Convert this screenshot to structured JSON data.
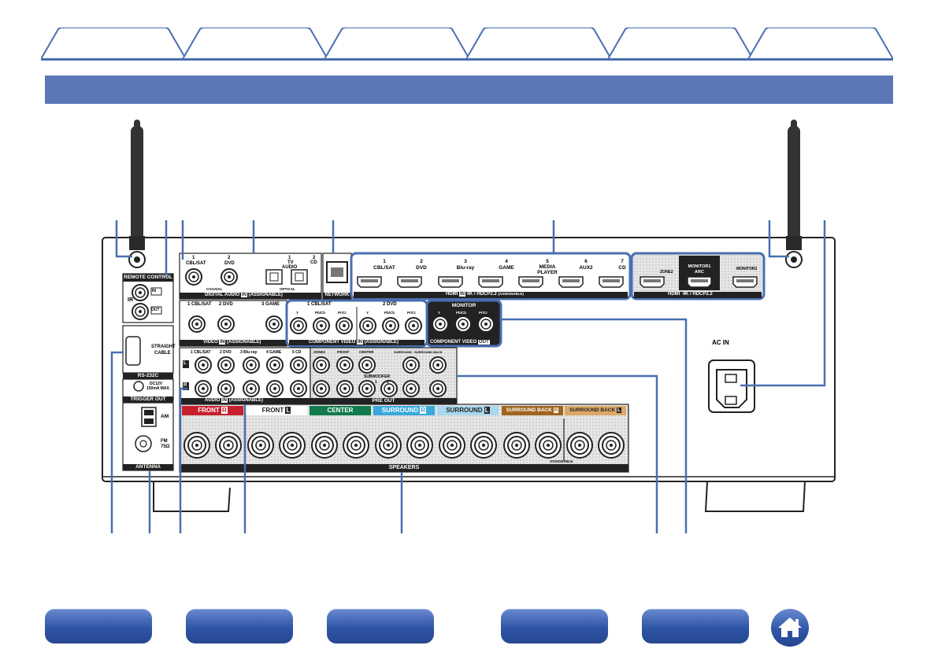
{
  "panel": {
    "remote_control": "REMOTE CONTROL",
    "ir": "IR",
    "ir_in": "IN",
    "ir_out": "OUT",
    "rs232c": "RS-232C",
    "straight_cable_1": "STRAIGHT",
    "straight_cable_2": "CABLE",
    "dc12v_1": "DC12V",
    "dc12v_2": "150mA MAX.",
    "trigger_out": "TRIGGER OUT",
    "am": "AM",
    "fm_1": "FM",
    "fm_2": "75Ω",
    "antenna": "ANTENNA",
    "digital_audio": {
      "title": "DIGITAL AUDIO",
      "in": "IN",
      "assignable": "(ASSIGNABLE)",
      "jack1_num": "1",
      "jack1_name": "CBL/SAT",
      "jack2_num": "2",
      "jack2_name": "DVD",
      "jack3_num": "1",
      "jack3_name_1": "TV",
      "jack3_name_2": "AUDIO",
      "jack4_num": "2",
      "jack4_name": "CD",
      "coaxial": "COAXIAL",
      "optical": "OPTICAL"
    },
    "network": "NETWORK",
    "hdmi_in": {
      "title": "HDMI",
      "in": "IN",
      "spec": "4K / HDCP2.2",
      "assignable": "(ASSIGNABLE)",
      "ports": [
        {
          "num": "1",
          "name": "CBL/SAT"
        },
        {
          "num": "2",
          "name": "DVD"
        },
        {
          "num": "3",
          "name": "Blu-ray"
        },
        {
          "num": "4",
          "name": "GAME"
        },
        {
          "num": "5",
          "name": "MEDIA",
          "name2": "PLAYER"
        },
        {
          "num": "6",
          "name": "AUX2"
        },
        {
          "num": "7",
          "name": "CD"
        }
      ]
    },
    "hdmi_out": {
      "title": "HDMI",
      "spec": "4K / HDCP2.2",
      "zone2": "ZONE2",
      "monitor1": "MONITOR1",
      "arc": "ARC",
      "monitor2": "MONITOR2"
    },
    "video": {
      "title": "VIDEO",
      "in": "IN",
      "assignable": "(ASSIGNABLE)",
      "j1": "1 CBL/SAT",
      "j2": "2 DVD",
      "j3": "3 GAME"
    },
    "component_in": {
      "title": "COMPONENT VIDEO",
      "in": "IN",
      "assignable": "(ASSIGNABLE)",
      "g1": "1 CBL/SAT",
      "g2": "2 DVD",
      "y": "Y",
      "pb": "Pb/Cb",
      "pr": "Pr/Cr"
    },
    "component_out": {
      "title": "COMPONENT VIDEO",
      "out": "OUT",
      "monitor": "MONITOR"
    },
    "audio": {
      "title": "AUDIO",
      "in": "IN",
      "assignable": "(ASSIGNABLE)",
      "j1": "1 CBL/SAT",
      "j2": "2 DVD",
      "j3": "3 Blu-ray",
      "j4": "4 GAME",
      "j5": "5 CD",
      "l": "L",
      "r": "R"
    },
    "pre_out": {
      "title": "PRE OUT",
      "zone2": "ZONE2",
      "front": "FRONT",
      "center": "CENTER",
      "surround": "SURROUND",
      "surround_back": "SURROUND BACK",
      "subwoofer": "SUBWOOFER",
      "sub1": "1",
      "sub2": "2"
    },
    "speakers": {
      "title": "SPEAKERS",
      "assignable": "ASSIGNABLE",
      "front_r": "FRONT",
      "r": "R",
      "front_l": "FRONT",
      "l": "L",
      "center": "CENTER",
      "surround_r": "SURROUND",
      "surround_l": "SURROUND",
      "sb_r": "SURROUND BACK",
      "sb_l": "SURROUND BACK"
    },
    "ac_in": "AC IN"
  },
  "colors": {
    "accent": "#5b77b6",
    "front_r": "#c8202f",
    "center": "#127a4c",
    "surround": "#3aa8dc",
    "surround_l": "#a9d8ef",
    "surround_back_r": "#a0641e",
    "surround_back_l": "#dba868"
  }
}
